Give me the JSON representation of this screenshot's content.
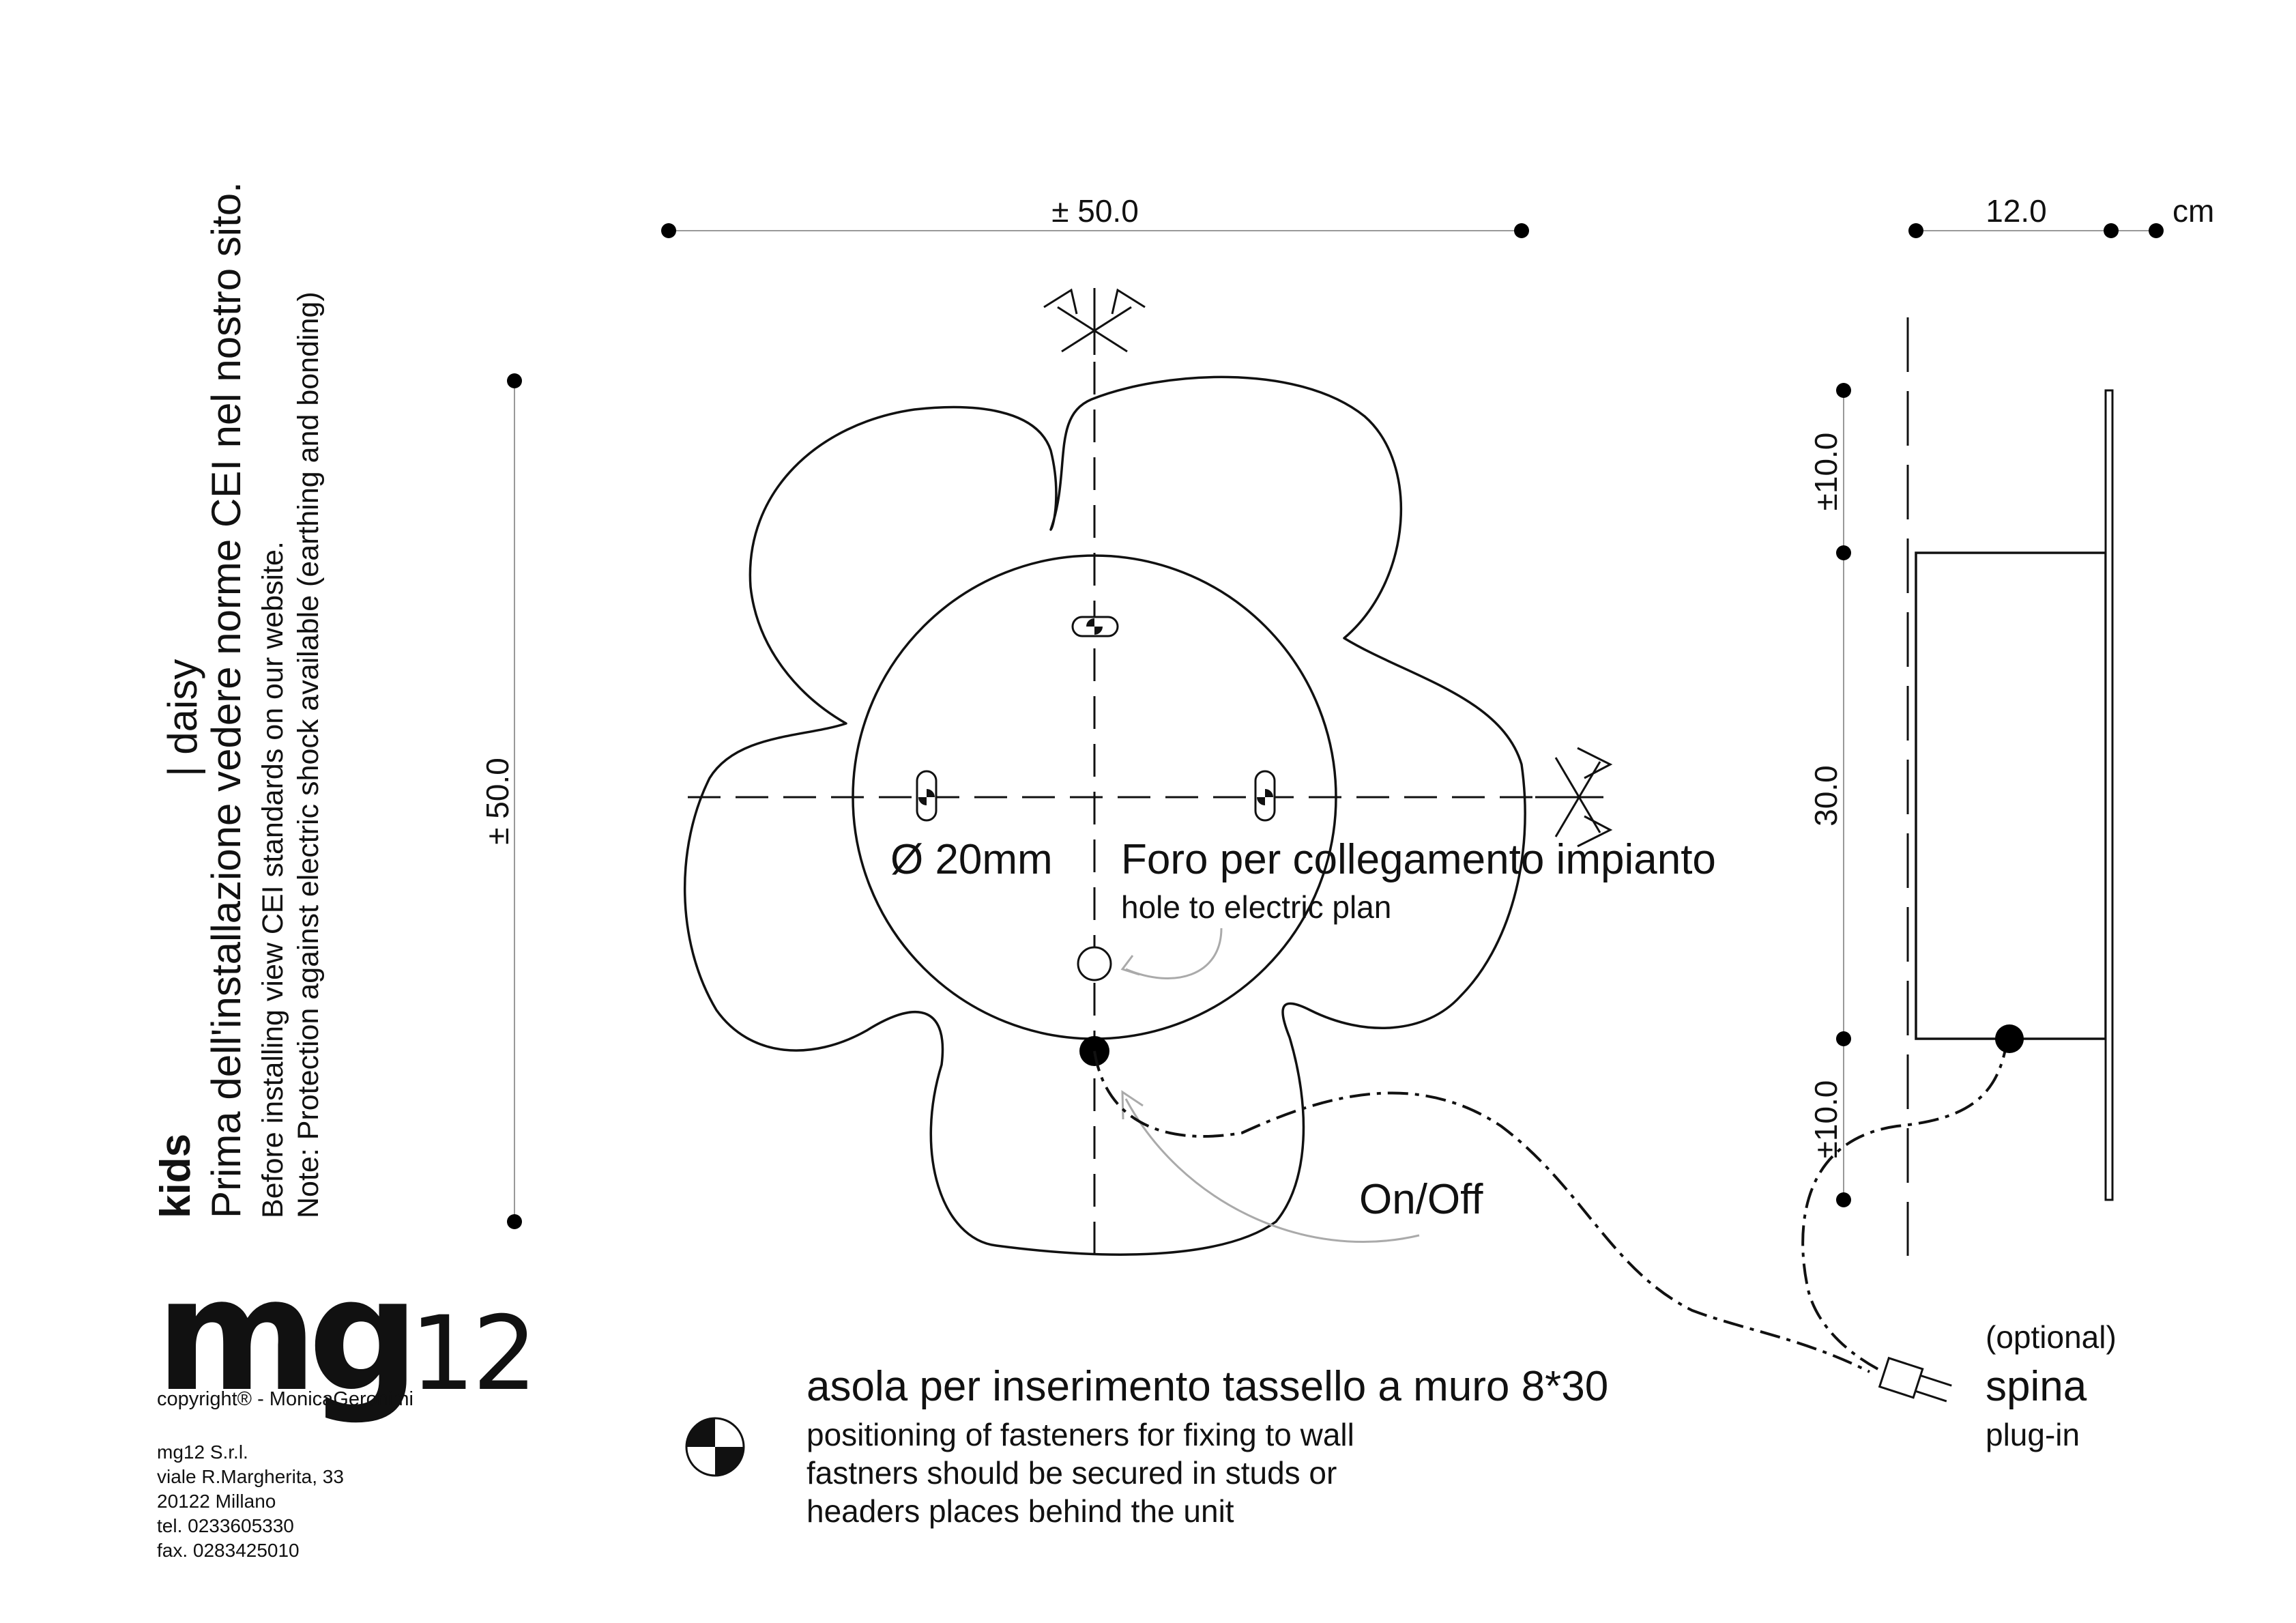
{
  "title": {
    "category": "kids",
    "product": "| daisy",
    "note_it": "Prima dell'installazione vedere norme CEI nel nostro sito.",
    "note_en_1": "Before installing view CEI standards on our website.",
    "note_en_2": "Note: Protection against electric shock available (earthing and bonding)"
  },
  "dimensions": {
    "front_width": "± 50.0",
    "front_height": "± 50.0",
    "side_depth": "12.0",
    "unit": "cm",
    "side_top": "±10.0",
    "side_middle": "30.0",
    "side_bottom": "±10.0"
  },
  "labels": {
    "hole_diameter": "Ø 20mm",
    "hole_it": "Foro per collegamento impianto",
    "hole_en": "hole to electric plan",
    "switch": "On/Off",
    "optional": "(optional)",
    "plug_it": "spina",
    "plug_en": "plug-in"
  },
  "legend": {
    "slot_it": "asola per inserimento tassello a muro 8*30",
    "slot_en_1": "positioning of fasteners for fixing to wall",
    "slot_en_2": "fastners should be secured in studs or",
    "slot_en_3": "headers places behind the unit"
  },
  "brand": {
    "logo_main": "mg",
    "logo_num": "12",
    "copyright": "copyright® - MonicaGeronimi",
    "address": [
      "mg12 S.r.l.",
      "viale R.Margherita, 33",
      "20122 Millano",
      "tel. 0233605330",
      "fax. 0283425010"
    ]
  }
}
